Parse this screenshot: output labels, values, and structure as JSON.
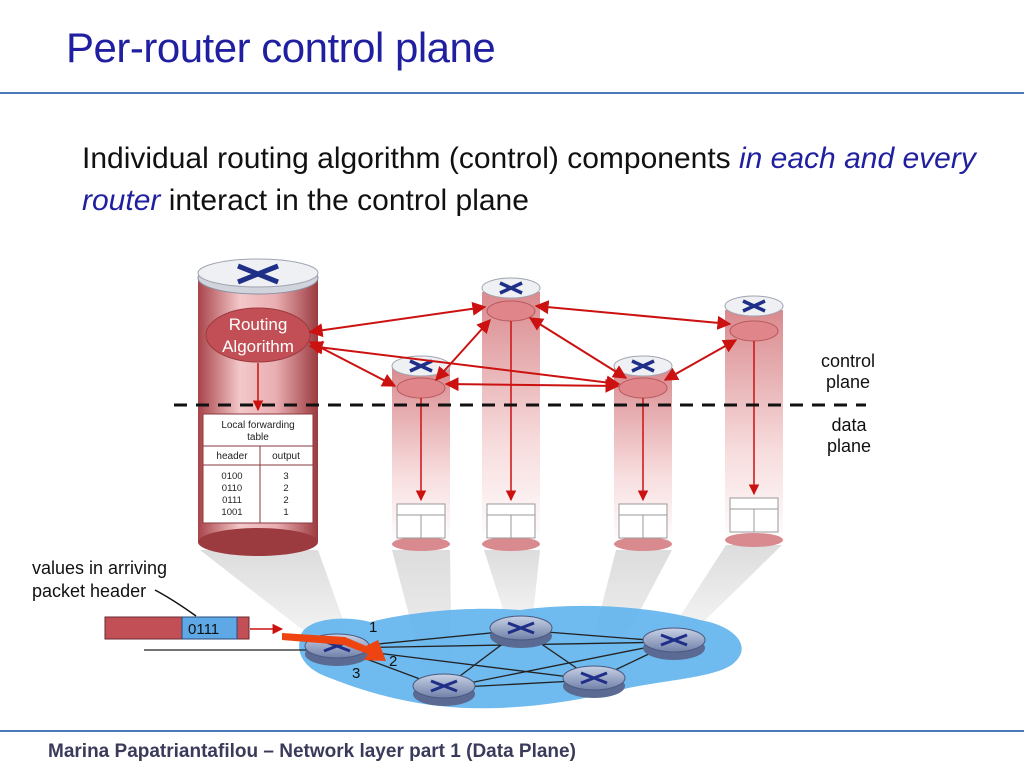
{
  "slide": {
    "title": "Per-router control plane",
    "intro_part1": "Individual routing algorithm (control) components ",
    "intro_em": "in each and every router",
    "intro_part2": " interact in the control plane",
    "footer": "Marina Papatriantafilou –  Network layer part 1 (Data Plane)"
  },
  "diagram": {
    "routing_algorithm_label": [
      "Routing",
      "Algorithm"
    ],
    "control_plane_label": [
      "control",
      "plane"
    ],
    "data_plane_label": [
      "data",
      "plane"
    ],
    "packet_label": [
      "values in arriving",
      "packet header"
    ],
    "packet_value": "0111",
    "port_labels": [
      "1",
      "2",
      "3"
    ],
    "table": {
      "title": [
        "Local forwarding",
        "table"
      ],
      "headers": [
        "header",
        "output"
      ],
      "rows": [
        [
          "0100",
          "3"
        ],
        [
          "0110",
          "2"
        ],
        [
          "0111",
          "2"
        ],
        [
          "1001",
          "1"
        ]
      ]
    },
    "colors": {
      "title": "#1f1fa0",
      "arrow": "#cc1111",
      "cylinder": "#c96b6f",
      "network": "#5fb3ec",
      "router": "#7f8fb5"
    }
  }
}
